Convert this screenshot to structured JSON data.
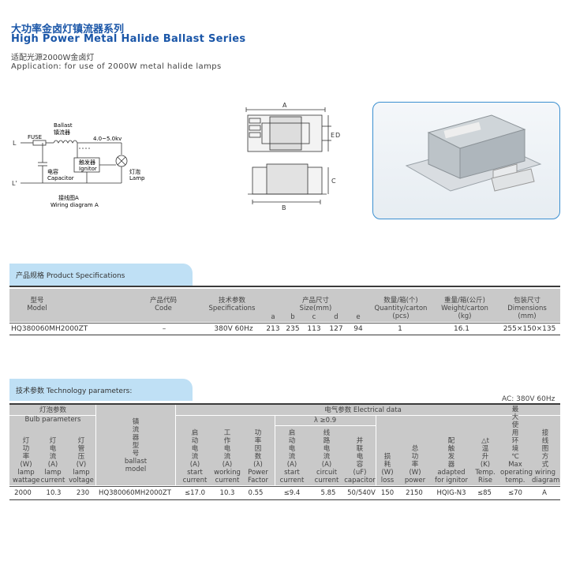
{
  "header": {
    "title_cn": "大功率金卤灯镇流器系列",
    "title_en": "High Power Metal Halide Ballast Series",
    "subtitle_cn": "适配光源2000W金卤灯",
    "subtitle_en": "Application: for use of 2000W metal halide lamps"
  },
  "wiring": {
    "L": "L",
    "L2": "L'",
    "fuse": "FUSE",
    "ballast_en": "Ballast",
    "ballast_cn": "镇流器",
    "voltage": "4.0~5.0kv",
    "ignitor_cn": "触发器",
    "ignitor_en": "Ignitor",
    "cap_cn": "电容",
    "cap_en": "Capacitor",
    "lamp_cn": "灯泡",
    "lamp_en": "Lamp",
    "caption_cn": "接线图A",
    "caption_en": "Wiring diagram A"
  },
  "dims": {
    "A": "A",
    "B": "B",
    "C": "C",
    "D": "D",
    "E": "E"
  },
  "spec": {
    "tab": "产品规格 Product Specifications",
    "h_model_cn": "型号",
    "h_model_en": "Model",
    "h_code_cn": "产品代码",
    "h_code_en": "Code",
    "h_tech_cn": "技术参数",
    "h_tech_en": "Specifications",
    "h_size_cn": "产品尺寸",
    "h_size_en": "Size(mm)",
    "size_cols": [
      "a",
      "b",
      "c",
      "d",
      "e"
    ],
    "h_qty_cn": "数量/箱(个)",
    "h_qty_en": "Quantity/carton",
    "h_qty_unit": "(pcs)",
    "h_wt_cn": "重量/箱(公斤)",
    "h_wt_en": "Weight/carton",
    "h_wt_unit": "(kg)",
    "h_dim_cn": "包装尺寸",
    "h_dim_en": "Dimensions",
    "h_dim_unit": "(mm)",
    "row": {
      "model": "HQ380060MH2000ZT",
      "code": "–",
      "tech": "380V 60Hz",
      "sizes": [
        "213",
        "235",
        "113",
        "127",
        "94"
      ],
      "qty": "1",
      "weight": "16.1",
      "dims": "255×150×135"
    }
  },
  "tech": {
    "tab": "技术参数 Technology parameters:",
    "ac": "AC: 380V 60Hz",
    "bulb_cn": "灯泡参数",
    "bulb_en": "Bulb parameters",
    "elec": "电气参数 Electrical data",
    "lambda": "λ ≥0.9",
    "ballast_model": {
      "cn": [
        "镇",
        "流",
        "器",
        "型",
        "号"
      ],
      "en": [
        "ballast",
        "model"
      ]
    },
    "cols": [
      {
        "cn": [
          "灯",
          "功",
          "率"
        ],
        "en": [
          "(W)",
          "lamp",
          "wattage"
        ]
      },
      {
        "cn": [
          "灯",
          "电",
          "流"
        ],
        "en": [
          "(A)",
          "lamp",
          "current"
        ]
      },
      {
        "cn": [
          "灯",
          "管",
          "压"
        ],
        "en": [
          "(V)",
          "lamp",
          "voltage"
        ]
      },
      {
        "cn": [
          "启",
          "动",
          "电",
          "流"
        ],
        "en": [
          "(A)",
          "start",
          "current"
        ]
      },
      {
        "cn": [
          "工",
          "作",
          "电",
          "流"
        ],
        "en": [
          "(A)",
          "working",
          "current"
        ]
      },
      {
        "cn": [
          "功",
          "率",
          "因",
          "数"
        ],
        "en": [
          "(λ)",
          "Power",
          "Factor"
        ]
      },
      {
        "cn": [
          "启",
          "动",
          "电",
          "流"
        ],
        "en": [
          "(A)",
          "start",
          "current"
        ]
      },
      {
        "cn": [
          "线",
          "路",
          "电",
          "流"
        ],
        "en": [
          "(A)",
          "circuit",
          "current"
        ]
      },
      {
        "cn": [
          "并",
          "联",
          "电",
          "容"
        ],
        "en": [
          "(uF)",
          "capacitor"
        ]
      },
      {
        "cn": [
          "损",
          "耗"
        ],
        "en": [
          "(W)",
          "loss"
        ]
      },
      {
        "cn": [
          "总",
          "功",
          "率"
        ],
        "en": [
          "(W)",
          "power"
        ]
      },
      {
        "cn": [
          "配",
          "触",
          "发",
          "器"
        ],
        "en": [
          "adapted",
          "for ignitor"
        ]
      },
      {
        "cn": [
          "△t",
          "温",
          "升"
        ],
        "en": [
          "(K)",
          "Temp.",
          "Rise"
        ]
      },
      {
        "cn": [
          "最",
          "大",
          "使",
          "用",
          "环",
          "境",
          "℃"
        ],
        "en": [
          "Max",
          "operating",
          "temp."
        ]
      },
      {
        "cn": [
          "接",
          "线",
          "图",
          "方",
          "式"
        ],
        "en": [
          "wiring",
          "diagram"
        ]
      }
    ],
    "row": [
      "2000",
      "10.3",
      "230",
      "HQ380060MH2000ZT",
      "≤17.0",
      "10.3",
      "0.55",
      "≤9.4",
      "5.85",
      "50/540V",
      "150",
      "2150",
      "HQIG-N3",
      "≤85",
      "≤70",
      "A"
    ]
  }
}
